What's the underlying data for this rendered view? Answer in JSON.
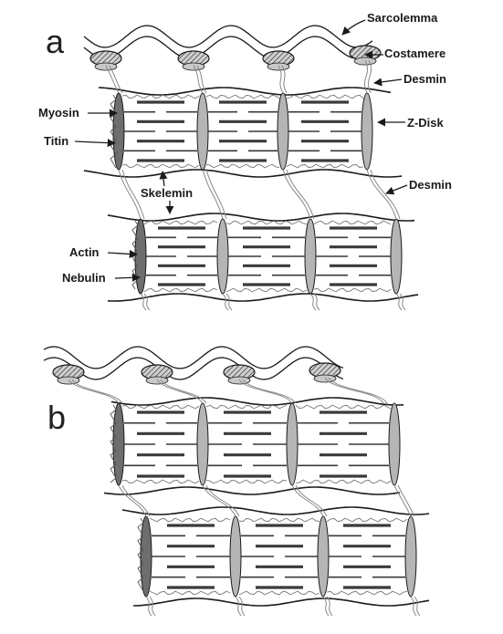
{
  "panels": {
    "a": "a",
    "b": "b"
  },
  "labels": {
    "sarcolemma": "Sarcolemma",
    "costamere": "Costamere",
    "desmin_top": "Desmin",
    "myosin": "Myosin",
    "titin": "Titin",
    "z_disk": "Z-Disk",
    "skelemin": "Skelemin",
    "desmin_right": "Desmin",
    "actin": "Actin",
    "nebulin": "Nebulin"
  },
  "colors": {
    "ink": "#1a1a1a",
    "z_disk_dark": "#6e6e6e",
    "z_disk_light": "#b5b5b5",
    "filament": "#3a3a3a",
    "costamere_fill": "#c8c8c8"
  }
}
